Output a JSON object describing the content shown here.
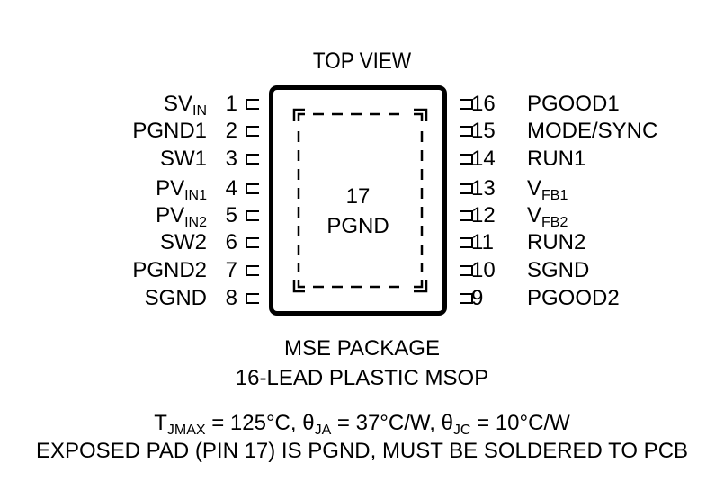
{
  "title": "TOP VIEW",
  "exposed_pad": {
    "number": "17",
    "name": "PGND"
  },
  "left_pins": [
    {
      "number": "1",
      "name": "SV",
      "sub": "IN"
    },
    {
      "number": "2",
      "name": "PGND1",
      "sub": ""
    },
    {
      "number": "3",
      "name": "SW1",
      "sub": ""
    },
    {
      "number": "4",
      "name": "PV",
      "sub": "IN1"
    },
    {
      "number": "5",
      "name": "PV",
      "sub": "IN2"
    },
    {
      "number": "6",
      "name": "SW2",
      "sub": ""
    },
    {
      "number": "7",
      "name": "PGND2",
      "sub": ""
    },
    {
      "number": "8",
      "name": "SGND",
      "sub": ""
    }
  ],
  "right_pins": [
    {
      "number": "16",
      "name": "PGOOD1",
      "sub": ""
    },
    {
      "number": "15",
      "name": "MODE/SYNC",
      "sub": ""
    },
    {
      "number": "14",
      "name": "RUN1",
      "sub": ""
    },
    {
      "number": "13",
      "name": "V",
      "sub": "FB1"
    },
    {
      "number": "12",
      "name": "V",
      "sub": "FB2"
    },
    {
      "number": "11",
      "name": "RUN2",
      "sub": ""
    },
    {
      "number": "10",
      "name": "SGND",
      "sub": ""
    },
    {
      "number": "9",
      "name": "PGOOD2",
      "sub": ""
    }
  ],
  "package": {
    "line1": "MSE PACKAGE",
    "line2": "16-LEAD PLASTIC MSOP"
  },
  "thermal": {
    "t_symbol": "T",
    "t_sub": "JMAX",
    "t_val": " = 125°C, ",
    "theta_ja_symbol": "θ",
    "theta_ja_sub": "JA",
    "theta_ja_val": " = 37°C/W, ",
    "theta_jc_symbol": "θ",
    "theta_jc_sub": "JC",
    "theta_jc_val": " = 10°C/W"
  },
  "note": "EXPOSED PAD (PIN 17) IS PGND, MUST BE SOLDERED TO PCB"
}
